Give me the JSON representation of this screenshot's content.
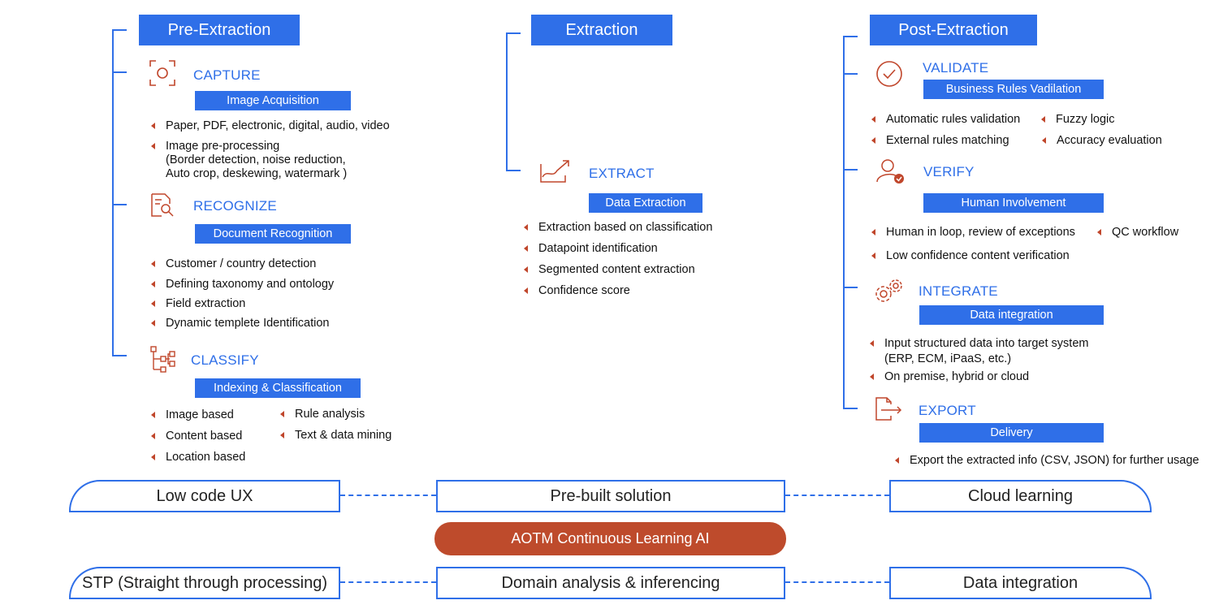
{
  "pre_extraction": {
    "title": "Pre-Extraction",
    "capture": {
      "title": "CAPTURE",
      "pill": "Image Acquisition",
      "bullets": [
        "Paper, PDF, electronic, digital, audio, video"
      ],
      "preprocessing": [
        "Image pre-processing",
        "(Border detection, noise reduction,",
        "Auto crop, deskewing, watermark )"
      ]
    },
    "recognize": {
      "title": "RECOGNIZE",
      "pill": "Document Recognition",
      "bullets": [
        "Customer / country detection",
        "Defining taxonomy and ontology",
        "Field extraction",
        "Dynamic templete Identification"
      ]
    },
    "classify": {
      "title": "CLASSIFY",
      "pill": "Indexing & Classification",
      "bullets_left": [
        "Image based",
        "Content based",
        "Location based"
      ],
      "bullets_right": [
        "Rule analysis",
        "Text & data mining"
      ]
    }
  },
  "extraction": {
    "title": "Extraction",
    "extract": {
      "title": "EXTRACT",
      "pill": "Data Extraction",
      "bullets": [
        "Extraction based on classification",
        "Datapoint identification",
        "Segmented content extraction",
        "Confidence score"
      ]
    }
  },
  "post_extraction": {
    "title": "Post-Extraction",
    "validate": {
      "title": "VALIDATE",
      "pill": "Business Rules Vadilation",
      "bullets_left": [
        "Automatic rules validation",
        "External rules matching"
      ],
      "bullets_right": [
        "Fuzzy logic",
        "Accuracy evaluation"
      ]
    },
    "verify": {
      "title": "VERIFY",
      "pill": "Human Involvement",
      "bullets": [
        "Human in loop, review of exceptions",
        "QC workflow",
        "Low confidence content verification"
      ]
    },
    "integrate": {
      "title": "INTEGRATE",
      "pill": "Data integration",
      "input_lines": [
        "Input structured data into target system",
        "(ERP, ECM, iPaaS, etc.)"
      ],
      "bullets": [
        "On premise, hybrid or cloud"
      ]
    },
    "export": {
      "title": "EXPORT",
      "pill": "Delivery",
      "bullets": [
        "Export the extracted info (CSV, JSON) for further usage"
      ]
    }
  },
  "bottom": {
    "row1": [
      "Low code UX",
      "Pre-built solution",
      "Cloud learning"
    ],
    "center": "AOTM Continuous Learning AI",
    "row2": [
      "STP (Straight through processing)",
      "Domain analysis & inferencing",
      "Data integration"
    ]
  },
  "colors": {
    "blue": "#2f6fe8",
    "accent": "#c0462b",
    "aotm": "#be4b2c"
  },
  "icons": [
    "capture-icon",
    "recognize-icon",
    "classify-icon",
    "extract-icon",
    "validate-icon",
    "verify-icon",
    "integrate-icon",
    "export-icon"
  ]
}
